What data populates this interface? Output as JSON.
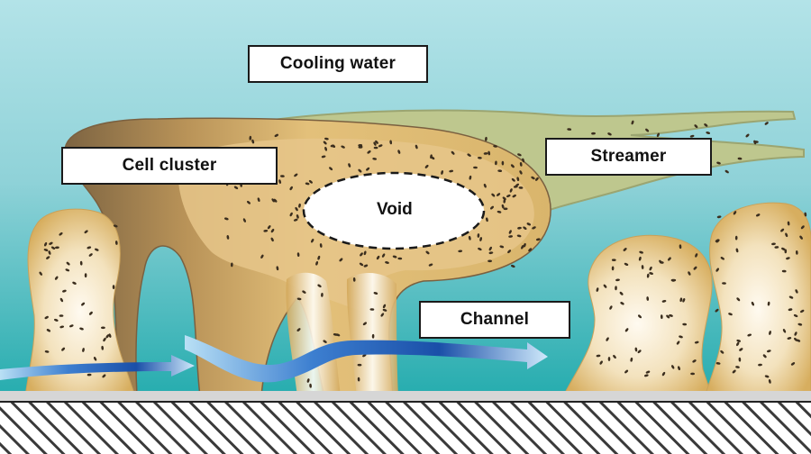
{
  "labels": {
    "cooling_water": "Cooling water",
    "cell_cluster": "Cell cluster",
    "streamer": "Streamer",
    "void": "Void",
    "channel": "Channel"
  },
  "colors": {
    "water_top": "#a9dde3",
    "water_bottom": "#2fb1b3",
    "biofilm": "#dcb56c",
    "biofilm_dark": "#8a6f45",
    "streamer": "#bcc58c",
    "arrow": "#1f5fb0",
    "substrate": "#d9d9d9"
  }
}
